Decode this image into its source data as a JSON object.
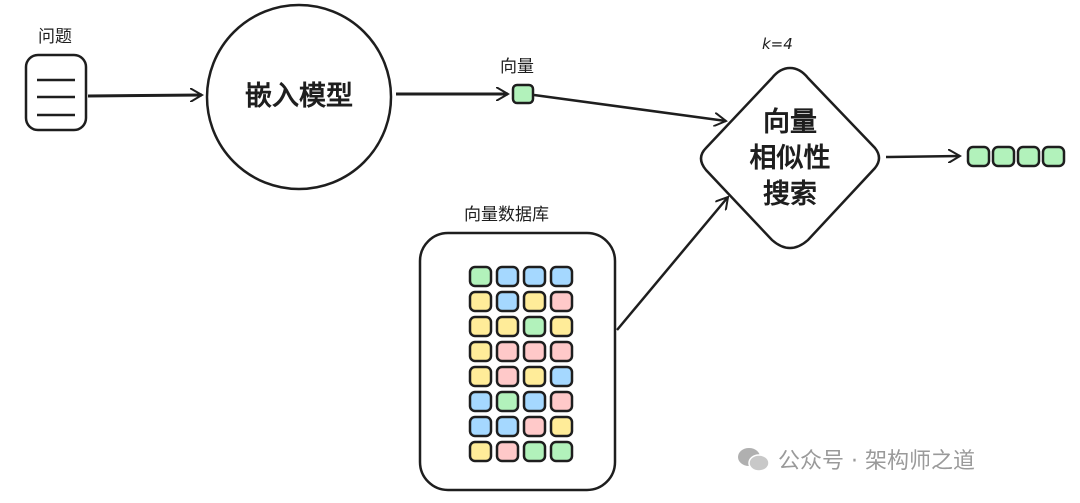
{
  "question_label": "问题",
  "embedding_model": "嵌入模型",
  "vector_label": "向量",
  "k_label": "k=4",
  "search_lines": [
    "向量",
    "相似性",
    "搜索"
  ],
  "db_label": "向量数据库",
  "colors": {
    "green": "#b2f2bb",
    "blue": "#a5d8ff",
    "yellow": "#ffec99",
    "pink": "#ffc9c9",
    "stroke": "#1e1e1e"
  },
  "db_grid": [
    [
      "green",
      "blue",
      "blue",
      "blue"
    ],
    [
      "yellow",
      "blue",
      "yellow",
      "pink"
    ],
    [
      "yellow",
      "yellow",
      "green",
      "yellow"
    ],
    [
      "yellow",
      "pink",
      "pink",
      "pink"
    ],
    [
      "yellow",
      "pink",
      "yellow",
      "blue"
    ],
    [
      "blue",
      "green",
      "blue",
      "pink"
    ],
    [
      "blue",
      "blue",
      "pink",
      "yellow"
    ],
    [
      "yellow",
      "pink",
      "green",
      "green"
    ]
  ],
  "result_count": 4,
  "watermark": "公众号 · 架构师之道"
}
